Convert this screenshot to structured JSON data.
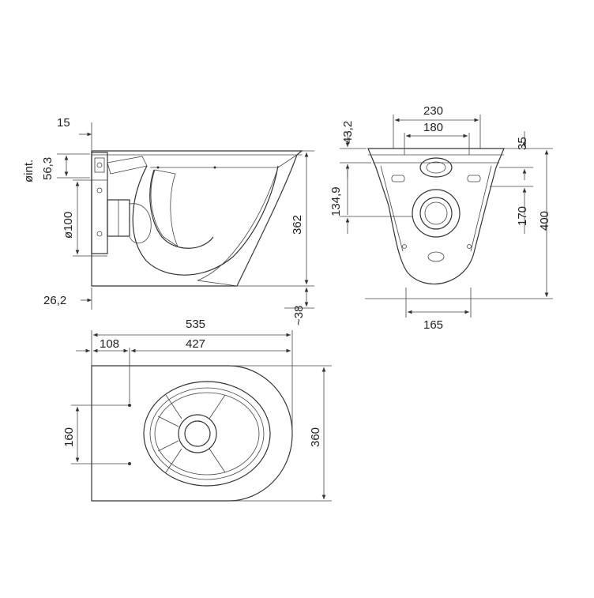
{
  "diagram": {
    "side_view": {
      "labels": {
        "d15": "15",
        "d_int": "øint.",
        "d56_3": "56,3",
        "d100": "ø100",
        "d26_2": "26,2",
        "d362": "362",
        "d38": "~38"
      }
    },
    "front_view": {
      "labels": {
        "d230": "230",
        "d180": "180",
        "d43_2": "43,2",
        "d134_9": "134,9",
        "d35": "35",
        "d170": "170",
        "d400": "400",
        "d165": "165"
      }
    },
    "top_view": {
      "labels": {
        "d535": "535",
        "d108": "108",
        "d427": "427",
        "d160": "160",
        "d360": "360"
      }
    }
  }
}
